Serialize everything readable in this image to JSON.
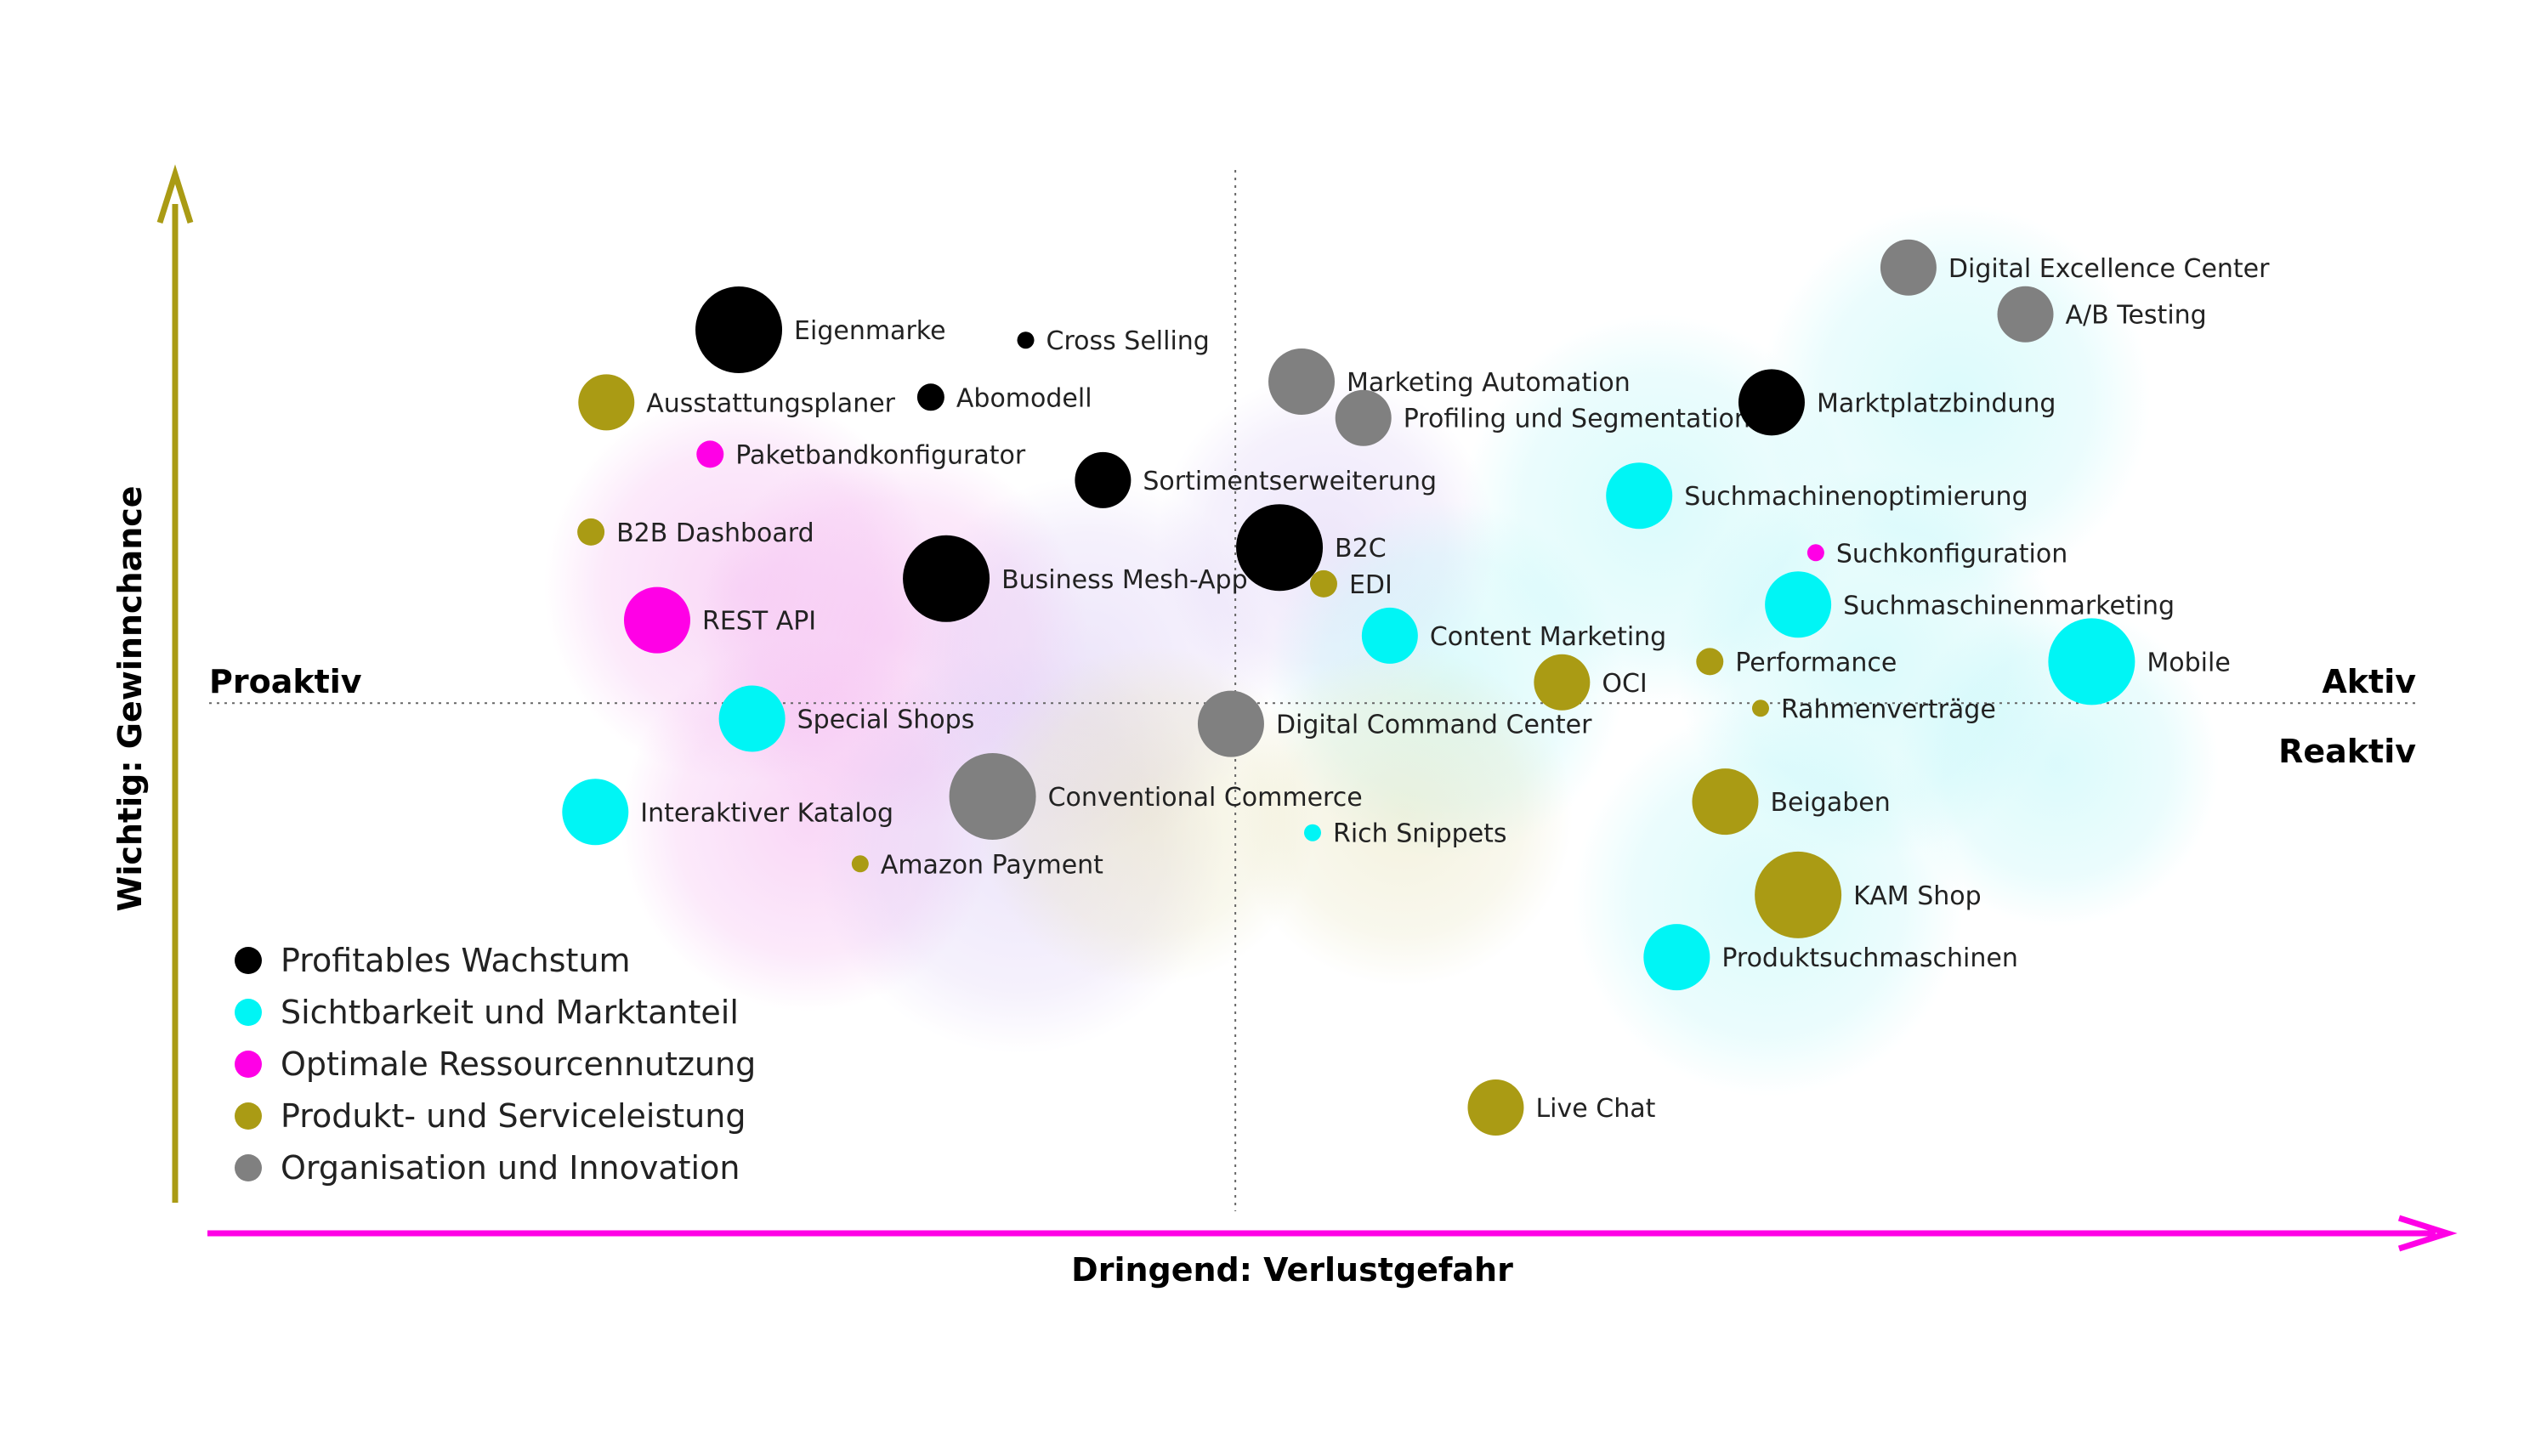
{
  "chart_data": {
    "type": "scatter",
    "xlabel": "Dringend: Verlustgefahr",
    "ylabel": "Wichtig: Gewinnchance",
    "quadrants": {
      "left": "Proaktiv",
      "right": "Aktiv",
      "bottom_right": "Reaktiv"
    },
    "xlim": [
      0,
      100
    ],
    "ylim": [
      0,
      100
    ],
    "divider": {
      "x": 46.5,
      "y": 49
    },
    "categories": [
      {
        "name": "Profitables Wachstum",
        "color": "#000000"
      },
      {
        "name": "Sichtbarkeit und Marktanteil",
        "color": "#00F5F5"
      },
      {
        "name": "Optimale Ressourcennutzung",
        "color": "#FF00E6"
      },
      {
        "name": "Produkt- und Serviceleistung",
        "color": "#AA9B14"
      },
      {
        "name": "Organisation und Innovation",
        "color": "#808080"
      }
    ],
    "points": [
      {
        "label": "Eigenmarke",
        "cat": 0,
        "x": 24.0,
        "y": 85.0,
        "size": 5
      },
      {
        "label": "Cross Selling",
        "cat": 0,
        "x": 37.0,
        "y": 84.0,
        "size": 1
      },
      {
        "label": "Ausstattungsplaner",
        "cat": 3,
        "x": 18.0,
        "y": 78.0,
        "size": 3
      },
      {
        "label": "Abomodell",
        "cat": 0,
        "x": 32.7,
        "y": 78.5,
        "size": 2
      },
      {
        "label": "Paketbandkonfigurator",
        "cat": 2,
        "x": 22.7,
        "y": 73.0,
        "size": 2
      },
      {
        "label": "Sortimentserweiterung",
        "cat": 0,
        "x": 40.5,
        "y": 70.5,
        "size": 3
      },
      {
        "label": "B2B Dashboard",
        "cat": 3,
        "x": 17.3,
        "y": 65.5,
        "size": 2
      },
      {
        "label": "Business Mesh-App",
        "cat": 0,
        "x": 33.4,
        "y": 61.0,
        "size": 5
      },
      {
        "label": "REST API",
        "cat": 2,
        "x": 20.3,
        "y": 57.0,
        "size": 4
      },
      {
        "label": "Special Shops",
        "cat": 1,
        "x": 24.6,
        "y": 47.5,
        "size": 4
      },
      {
        "label": "Interaktiver Katalog",
        "cat": 1,
        "x": 17.5,
        "y": 38.5,
        "size": 4
      },
      {
        "label": "Conventional Commerce",
        "cat": 4,
        "x": 35.5,
        "y": 40.0,
        "size": 5
      },
      {
        "label": "Amazon Payment",
        "cat": 3,
        "x": 29.5,
        "y": 33.5,
        "size": 1
      },
      {
        "label": "Marketing Automation",
        "cat": 4,
        "x": 49.5,
        "y": 80.0,
        "size": 4
      },
      {
        "label": "Profiling und Segmentation",
        "cat": 4,
        "x": 52.3,
        "y": 76.5,
        "size": 3
      },
      {
        "label": "B2C",
        "cat": 0,
        "x": 48.5,
        "y": 64.0,
        "size": 5
      },
      {
        "label": "EDI",
        "cat": 3,
        "x": 50.5,
        "y": 60.5,
        "size": 2
      },
      {
        "label": "Content Marketing",
        "cat": 1,
        "x": 53.5,
        "y": 55.5,
        "size": 3
      },
      {
        "label": "OCI",
        "cat": 3,
        "x": 61.3,
        "y": 51.0,
        "size": 3
      },
      {
        "label": "Digital Command Center",
        "cat": 4,
        "x": 46.3,
        "y": 47.0,
        "size": 4
      },
      {
        "label": "Rich Snippets",
        "cat": 1,
        "x": 50.0,
        "y": 36.5,
        "size": 1
      },
      {
        "label": "Digital Excellence Center",
        "cat": 4,
        "x": 77.0,
        "y": 91.0,
        "size": 3
      },
      {
        "label": "A/B Testing",
        "cat": 4,
        "x": 82.3,
        "y": 86.5,
        "size": 3
      },
      {
        "label": "Marktplatzbindung",
        "cat": 0,
        "x": 70.8,
        "y": 78.0,
        "size": 4
      },
      {
        "label": "Suchmachinenoptimierung",
        "cat": 1,
        "x": 64.8,
        "y": 69.0,
        "size": 4
      },
      {
        "label": "Suchkonfiguration",
        "cat": 2,
        "x": 72.8,
        "y": 63.5,
        "size": 1
      },
      {
        "label": "Suchmaschinenmarketing",
        "cat": 1,
        "x": 72.0,
        "y": 58.5,
        "size": 4
      },
      {
        "label": "Performance",
        "cat": 3,
        "x": 68.0,
        "y": 53.0,
        "size": 2
      },
      {
        "label": "Rahmenverträge",
        "cat": 3,
        "x": 70.3,
        "y": 48.5,
        "size": 1
      },
      {
        "label": "Mobile",
        "cat": 1,
        "x": 85.3,
        "y": 53.0,
        "size": 5
      },
      {
        "label": "Beigaben",
        "cat": 3,
        "x": 68.7,
        "y": 39.5,
        "size": 4
      },
      {
        "label": "KAM Shop",
        "cat": 3,
        "x": 72.0,
        "y": 30.5,
        "size": 5
      },
      {
        "label": "Produktsuchmaschinen",
        "cat": 1,
        "x": 66.5,
        "y": 24.5,
        "size": 4
      },
      {
        "label": "Live Chat",
        "cat": 3,
        "x": 58.3,
        "y": 10.0,
        "size": 3
      }
    ]
  }
}
